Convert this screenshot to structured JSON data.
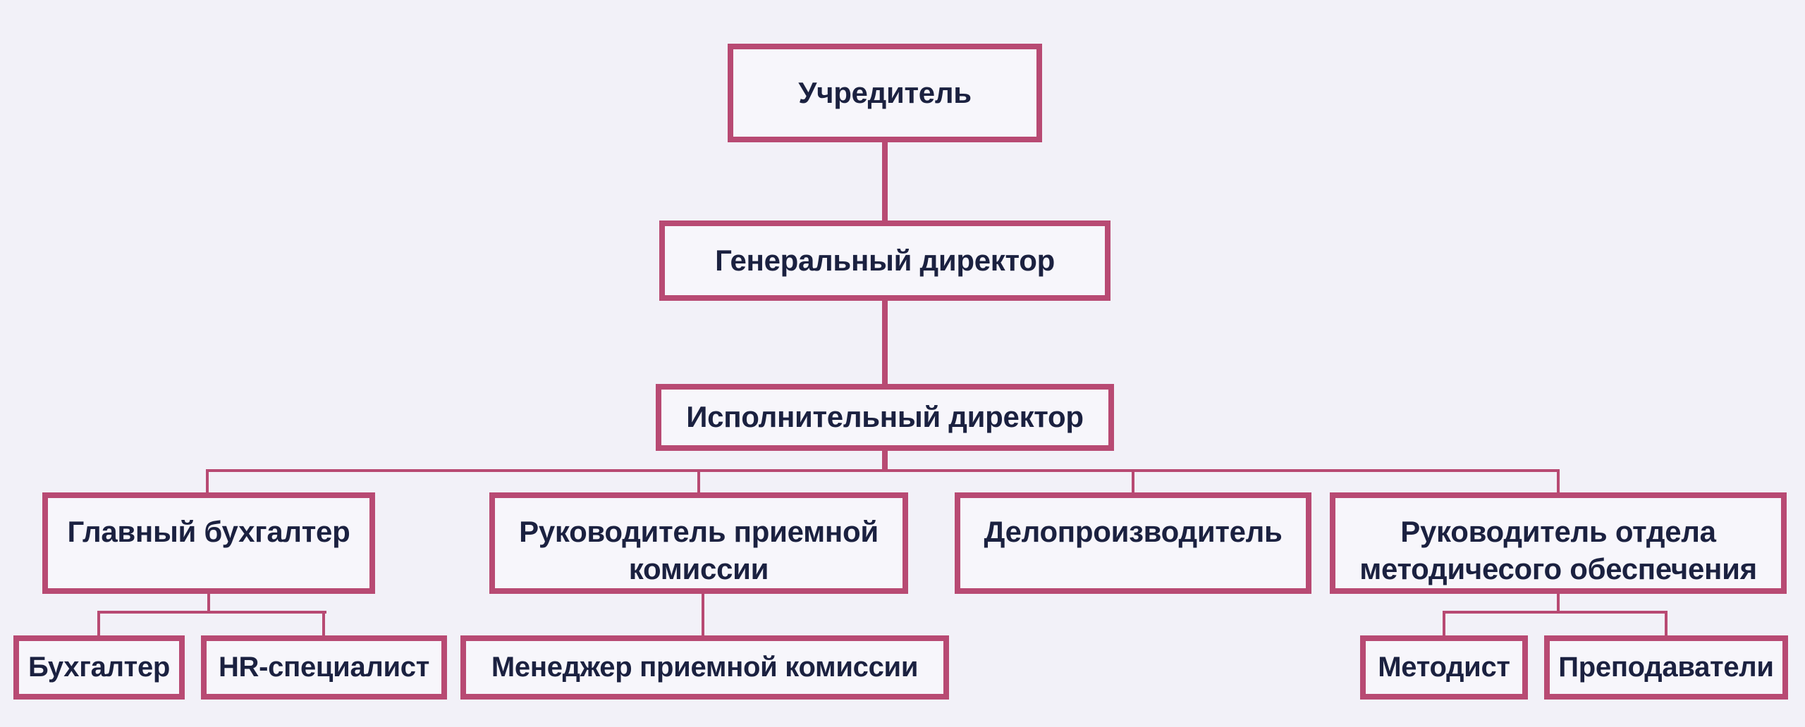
{
  "colors": {
    "background": "#f2f1f8",
    "node_fill": "#f7f6fb",
    "node_border": "#b84a73",
    "node_text": "#1b2140"
  },
  "org": {
    "founder": {
      "label": "Учредитель"
    },
    "general_director": {
      "label": "Генеральный директор"
    },
    "executive_director": {
      "label": "Исполнительный директор"
    },
    "chief_accountant": {
      "label": "Главный бухгалтер"
    },
    "admissions_head": {
      "label": "Руководитель приемной комиссии"
    },
    "clerk": {
      "label": "Делопроизводитель"
    },
    "methodology_head": {
      "label": "Руководитель отдела методичесого обеспечения"
    },
    "accountant": {
      "label": "Бухгалтер"
    },
    "hr_specialist": {
      "label": "HR-специалист"
    },
    "admissions_manager": {
      "label": "Менеджер приемной комиссии"
    },
    "methodologist": {
      "label": "Методист"
    },
    "teachers": {
      "label": "Преподаватели"
    }
  },
  "hierarchy": {
    "root": "founder",
    "edges": [
      [
        "founder",
        "general_director"
      ],
      [
        "general_director",
        "executive_director"
      ],
      [
        "executive_director",
        "chief_accountant"
      ],
      [
        "executive_director",
        "admissions_head"
      ],
      [
        "executive_director",
        "clerk"
      ],
      [
        "executive_director",
        "methodology_head"
      ],
      [
        "chief_accountant",
        "accountant"
      ],
      [
        "chief_accountant",
        "hr_specialist"
      ],
      [
        "admissions_head",
        "admissions_manager"
      ],
      [
        "methodology_head",
        "methodologist"
      ],
      [
        "methodology_head",
        "teachers"
      ]
    ]
  }
}
